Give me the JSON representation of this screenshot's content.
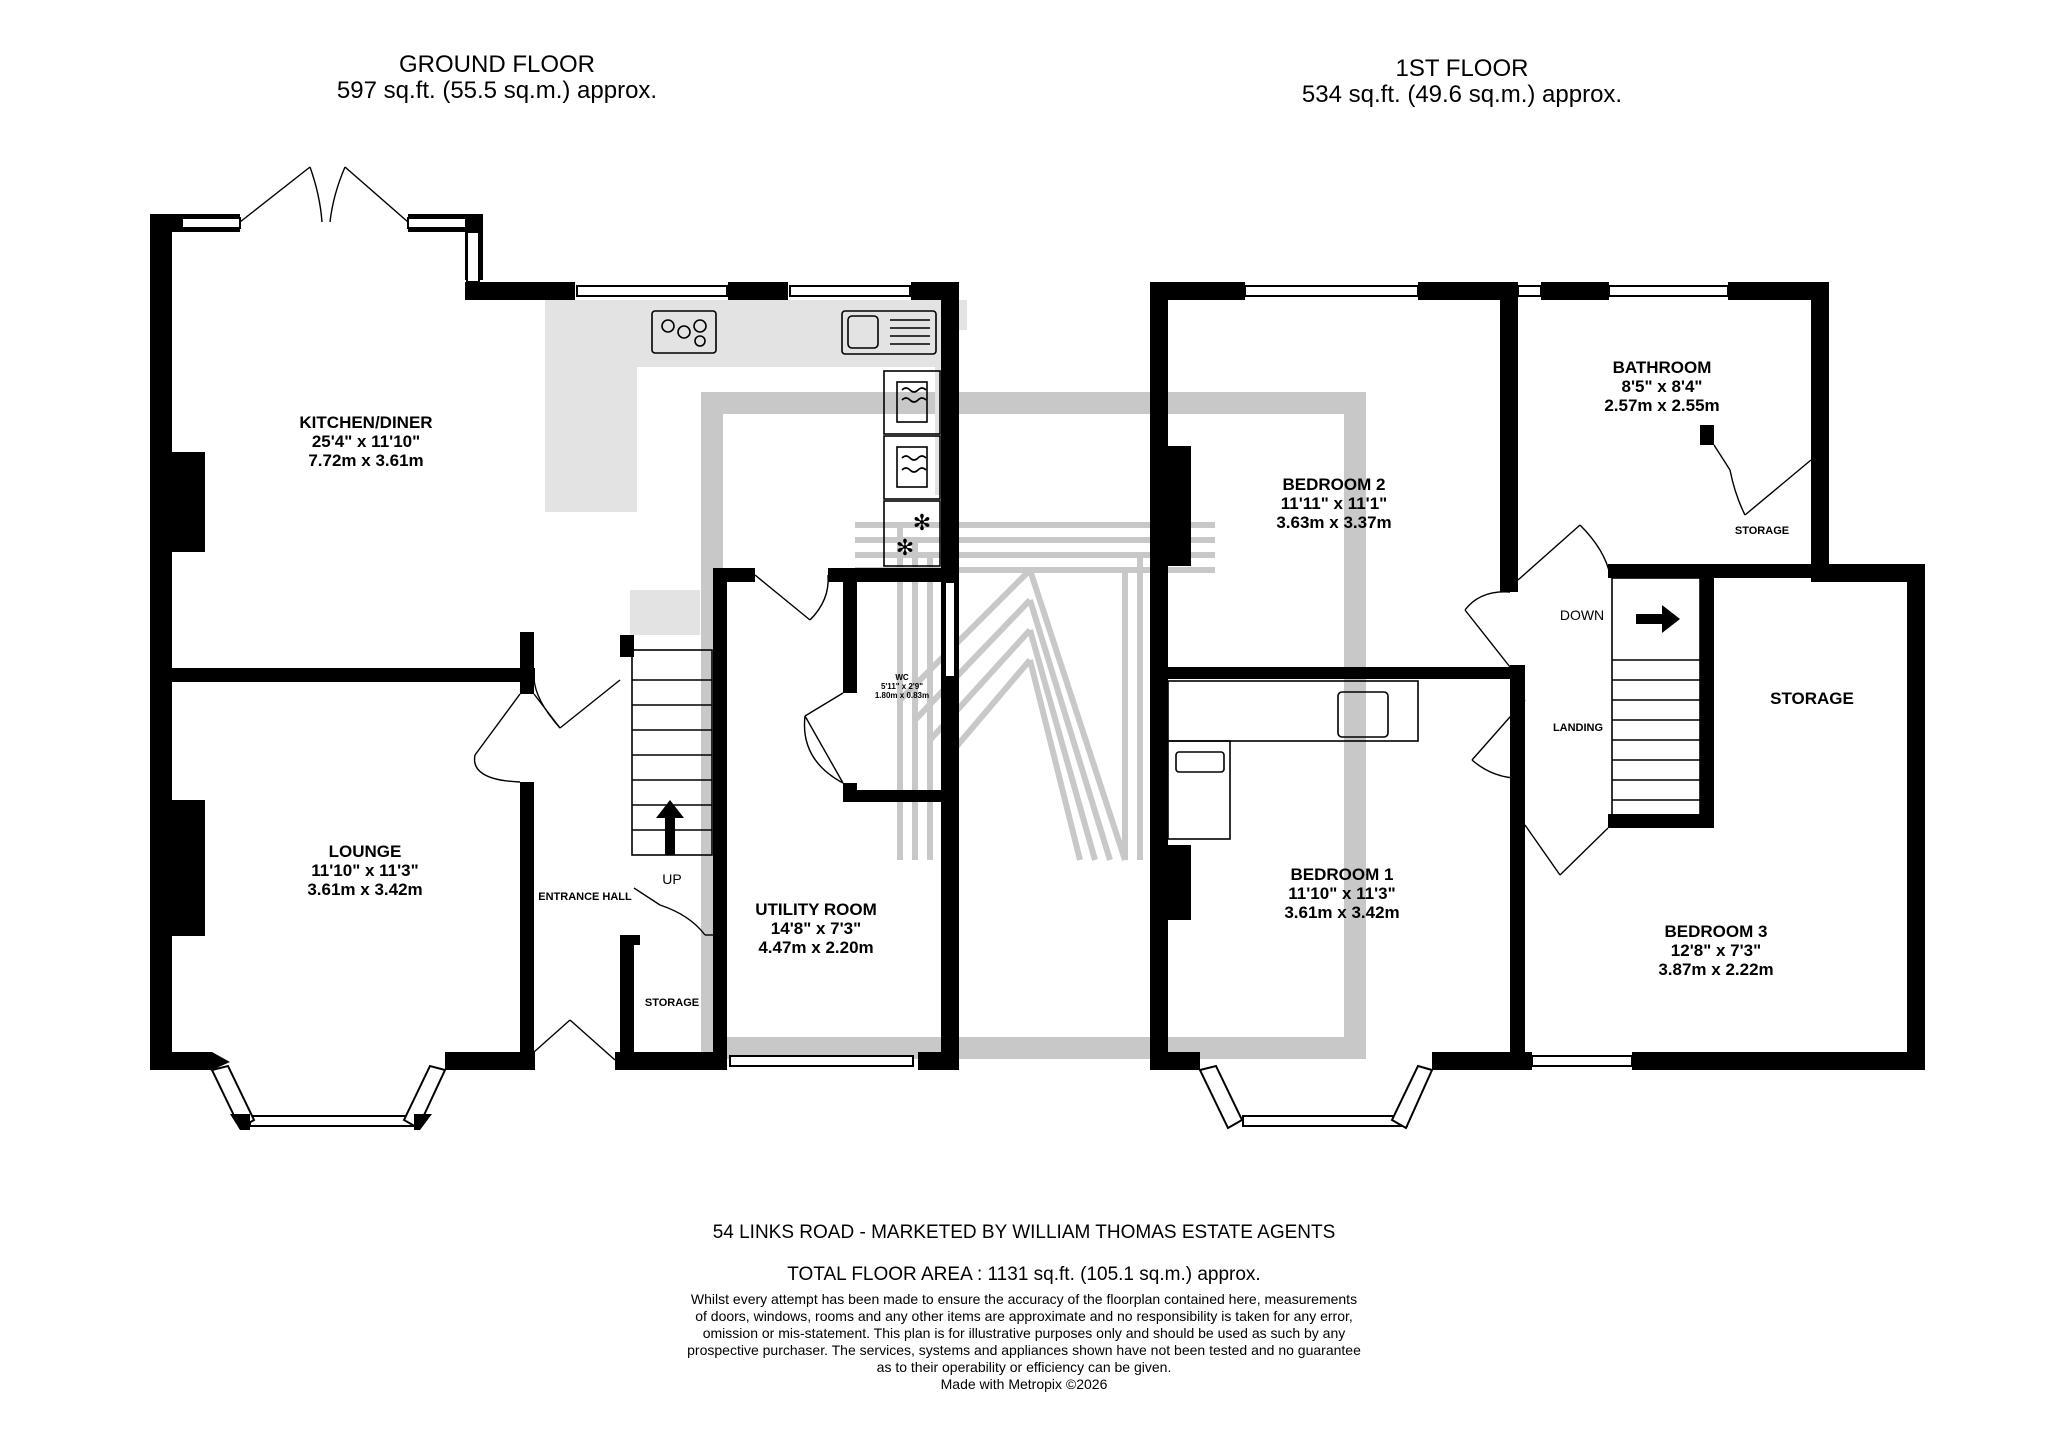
{
  "headers": {
    "ground": {
      "title": "GROUND FLOOR",
      "area": "597 sq.ft. (55.5 sq.m.) approx."
    },
    "first": {
      "title": "1ST FLOOR",
      "area": "534 sq.ft. (49.6 sq.m.) approx."
    }
  },
  "rooms": {
    "kitchen": {
      "name": "KITCHEN/DINER",
      "imperial": "25'4\"  x 11'10\"",
      "metric": "7.72m  x 3.61m"
    },
    "lounge": {
      "name": "LOUNGE",
      "imperial": "11'10\"  x 11'3\"",
      "metric": "3.61m  x 3.42m"
    },
    "hall": {
      "name": "ENTRANCE HALL"
    },
    "up": {
      "name": "UP"
    },
    "storage_g": {
      "name": "STORAGE"
    },
    "utility": {
      "name": "UTILITY ROOM",
      "imperial": "14'8\"  x 7'3\"",
      "metric": "4.47m  x 2.20m"
    },
    "wc": {
      "name": "WC",
      "imperial": "5'11\" x 2'9\"",
      "metric": "1.80m  x 0.83m"
    },
    "bedroom2": {
      "name": "BEDROOM 2",
      "imperial": "11'11\"  x 11'1\"",
      "metric": "3.63m  x 3.37m"
    },
    "bathroom": {
      "name": "BATHROOM",
      "imperial": "8'5\"  x 8'4\"",
      "metric": "2.57m  x 2.55m"
    },
    "storage_b": {
      "name": "STORAGE"
    },
    "down": {
      "name": "DOWN"
    },
    "landing": {
      "name": "LANDING"
    },
    "storage_l": {
      "name": "STORAGE"
    },
    "bedroom1": {
      "name": "BEDROOM 1",
      "imperial": "11'10\"  x 11'3\"",
      "metric": "3.61m  x 3.42m"
    },
    "bedroom3": {
      "name": "BEDROOM 3",
      "imperial": "12'8\"  x 7'3\"",
      "metric": "3.87m  x 2.22m"
    }
  },
  "footer": {
    "marketed": "54 LINKS ROAD - MARKETED BY WILLIAM THOMAS ESTATE AGENTS",
    "total": "TOTAL FLOOR AREA : 1131 sq.ft. (105.1 sq.m.) approx.",
    "disclaimer": [
      "Whilst every attempt has been made to ensure the accuracy of the floorplan contained here, measurements",
      "of doors, windows, rooms and any other items are approximate and no responsibility is taken for any error,",
      "omission or mis-statement. This plan is for illustrative purposes only and should be used as such by any",
      "prospective purchaser. The services, systems and appliances shown have not been tested and no guarantee",
      "as to their operability or efficiency can be given."
    ],
    "credit": "Made with Metropix ©2026"
  },
  "colors": {
    "wall": "#000000",
    "counter": "#e3e3e3",
    "watermark": "#c8c8c8"
  }
}
